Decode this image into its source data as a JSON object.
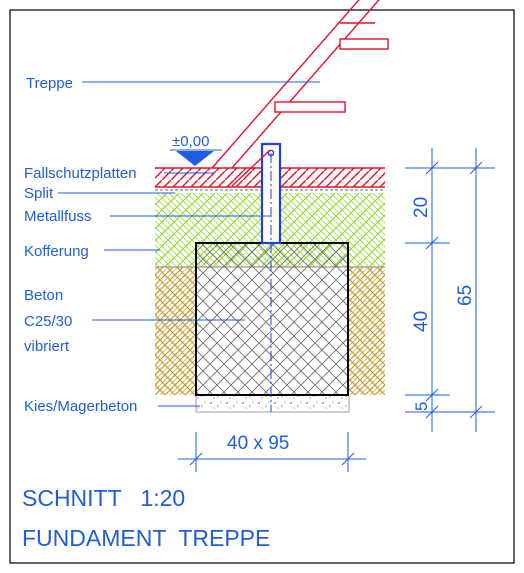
{
  "labels": {
    "treppe": "Treppe",
    "fallschutz": "Fallschutzplatten",
    "split": "Split",
    "metallfuss": "Metallfuss",
    "kofferung": "Kofferung",
    "beton_1": "Beton",
    "beton_2": "C25/30",
    "beton_3": "vibriert",
    "kies": "Kies/Magerbeton",
    "level": "±0,00"
  },
  "dimensions": {
    "d20": "20",
    "d40": "40",
    "d5": "5",
    "d65": "65",
    "width": "40 x 95"
  },
  "title": {
    "line1": "SCHNITT   1:20",
    "line2": "FUNDAMENT  TREPPE"
  },
  "colors": {
    "annotation_blue": "#1f5ce0",
    "hatch_red": "#e8102a",
    "kofferung_green": "#9adb3c",
    "soil_brown": "#c79a2c",
    "concrete_grey": "#8a8a8a",
    "outline": "#000000"
  }
}
